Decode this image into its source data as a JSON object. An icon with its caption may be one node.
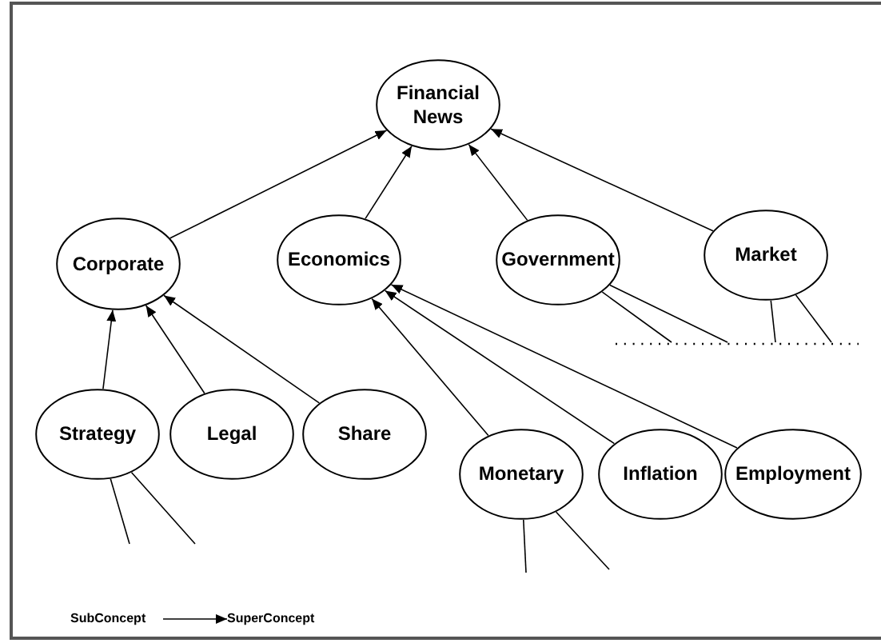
{
  "diagram": {
    "nodes": [
      {
        "text": [
          "Financial News"
        ]
      },
      {
        "text": [
          "Corporate"
        ]
      },
      {
        "text": [
          "Economics"
        ]
      },
      {
        "text": [
          "Government"
        ]
      },
      {
        "text": [
          "Market"
        ]
      },
      {
        "text": [
          "Strategy"
        ]
      },
      {
        "text": [
          "Legal"
        ]
      },
      {
        "text": [
          "Share"
        ]
      },
      {
        "text": [
          "Monetary"
        ]
      },
      {
        "text": [
          "Inflation"
        ]
      },
      {
        "text": [
          "Employment"
        ]
      },
      {
        "text": [
          "SubConcept"
        ]
      },
      {
        "text": [
          "SuperConcept"
        ]
      }
    ],
    "edges": [
      {
        "from": 1,
        "to": 0,
        "arrow": "to"
      },
      {
        "from": 2,
        "to": 0,
        "arrow": "to"
      },
      {
        "from": 3,
        "to": 0,
        "arrow": "to"
      },
      {
        "from": 4,
        "to": 0,
        "arrow": "to"
      },
      {
        "from": 5,
        "to": 1,
        "arrow": "to"
      },
      {
        "from": 6,
        "to": 1,
        "arrow": "to"
      },
      {
        "from": 7,
        "to": 1,
        "arrow": "to"
      },
      {
        "from": 8,
        "to": 2,
        "arrow": "to"
      },
      {
        "from": 9,
        "to": 2,
        "arrow": "to"
      },
      {
        "from": 10,
        "to": 2,
        "arrow": "to"
      },
      {
        "from": 11,
        "to": 12,
        "arrow": "to"
      },
      {
        "from": 3,
        "to": null,
        "arrow": "none"
      },
      {
        "from": 3,
        "to": null,
        "arrow": "none"
      },
      {
        "from": 4,
        "to": null,
        "arrow": "none"
      },
      {
        "from": 4,
        "to": null,
        "arrow": "none"
      },
      {
        "from": 5,
        "to": null,
        "arrow": "none"
      },
      {
        "from": 5,
        "to": null,
        "arrow": "none"
      },
      {
        "from": 8,
        "to": null,
        "arrow": "none"
      },
      {
        "from": 8,
        "to": null,
        "arrow": "none"
      }
    ]
  }
}
